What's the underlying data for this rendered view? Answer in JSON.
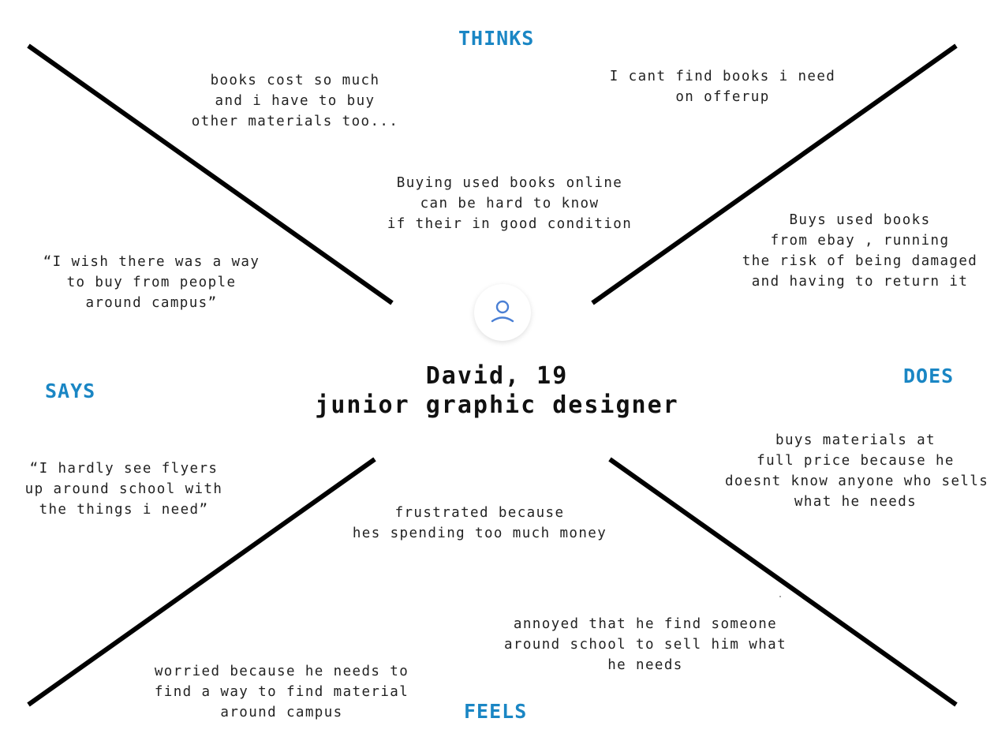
{
  "persona": {
    "name_line": "David, 19",
    "role_line": "junior graphic designer"
  },
  "sections": {
    "thinks": "THINKS",
    "says": "SAYS",
    "does": "DOES",
    "feels": "FEELS"
  },
  "notes": {
    "thinks_left": "books cost so much\nand i have to buy\nother materials too...",
    "thinks_right": "I cant find books i need\non offerup",
    "thinks_center": "Buying used books online\ncan be hard to know\nif their in good condition",
    "says_top": "“I wish there was a way\nto buy from people\naround campus”",
    "says_bottom": "“I hardly see flyers\nup around school with\nthe things i need”",
    "does_top": "Buys used books\nfrom ebay , running\nthe risk of being damaged\nand having to return it",
    "does_bottom": "buys materials at\nfull price because he\ndoesnt know anyone who sells\nwhat he needs",
    "feels_center": "frustrated because\nhes spending too much money",
    "feels_right": "annoyed that he find someone\naround school to sell him what\nhe needs",
    "feels_left": "worried because he needs to\nfind a way to find material\naround campus"
  },
  "colors": {
    "section_heading": "#1a86c4",
    "divider_lines": "#000000",
    "avatar_icon": "#4a7fd4"
  },
  "icons": {
    "avatar": "user-icon"
  }
}
